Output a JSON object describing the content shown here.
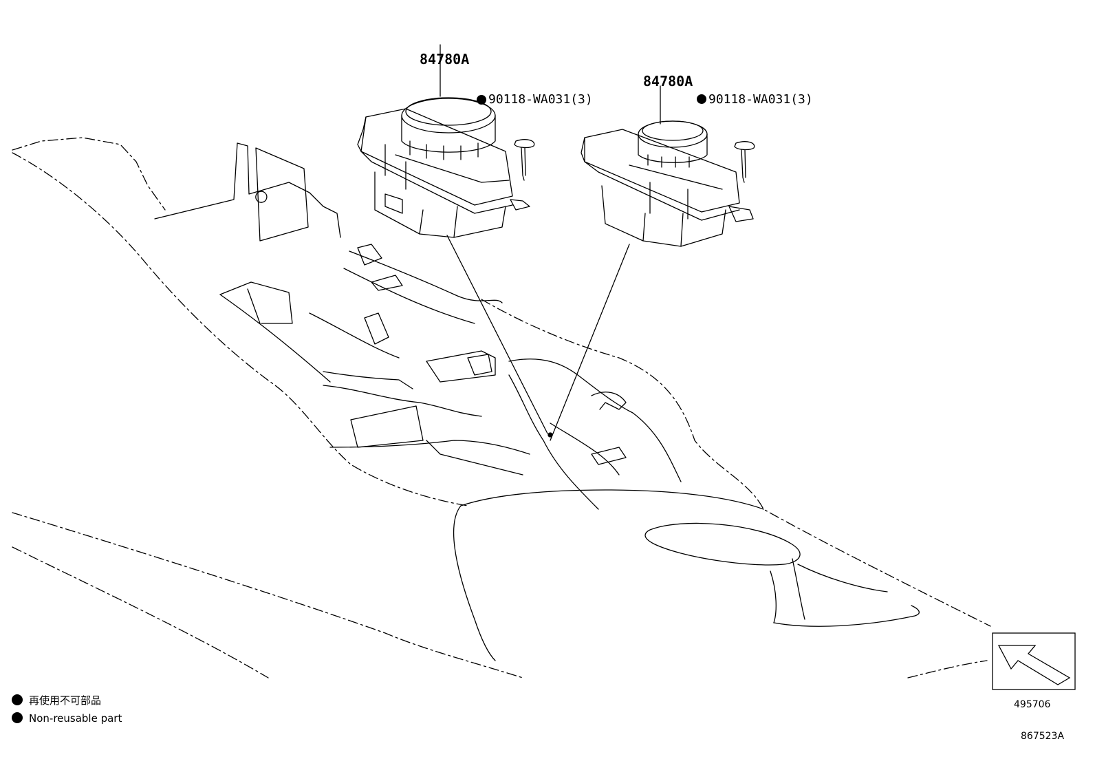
{
  "callouts": {
    "left_part": "84780A",
    "left_fastener": "90118-WA031(3)",
    "right_part": "84780A",
    "right_fastener": "90118-WA031(3)"
  },
  "legend": {
    "line1": "再使用不可部品",
    "line2": "Non-reusable part"
  },
  "view_box_code": "495706",
  "drawing_code": "867523A"
}
